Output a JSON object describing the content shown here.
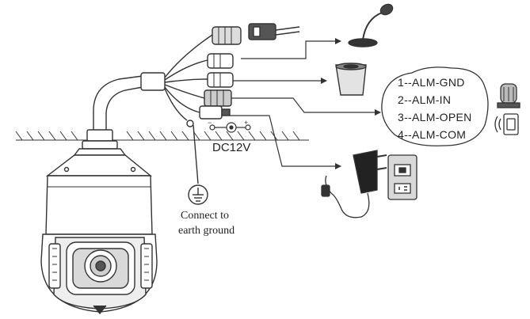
{
  "power_label": "DC12V",
  "ground_label": {
    "line1": "Connect to",
    "line2": "earth ground"
  },
  "alarm_pins": [
    {
      "text": "1--ALM-GND"
    },
    {
      "text": "2--ALM-IN"
    },
    {
      "text": "3--ALM-OPEN"
    },
    {
      "text": "4--ALM-COM"
    }
  ],
  "colors": {
    "line": "#333333",
    "fill": "#ffffff",
    "shade": "#d9d9d9",
    "dark": "#222222"
  },
  "icons": [
    "ptz-dome-camera-icon",
    "bnc-video-connector-icon",
    "network-cable-icon",
    "microphone-icon",
    "speaker-icon",
    "alarm-siren-icon",
    "door-sensor-icon",
    "ground-symbol-icon",
    "dc-polarity-icon",
    "power-adapter-icon",
    "power-socket-icon"
  ]
}
